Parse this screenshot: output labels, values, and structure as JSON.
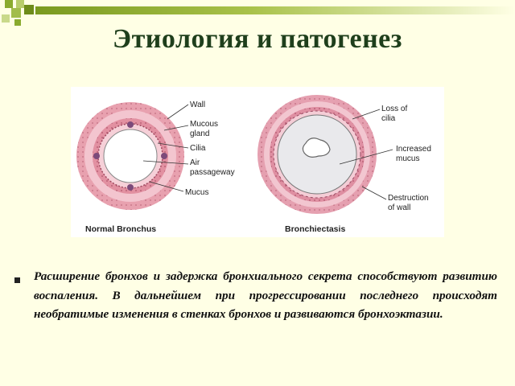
{
  "slide": {
    "title": "Этиология и патогенез",
    "body_text": "Расширение бронхов и задержка бронхиального секрета способствуют развитию воспаления. В дальнейшем при прогрессировании последнего происходят необратимые изменения в стенках бронхов и развиваются бронхоэктазии.",
    "accent_color": "#8aab2e"
  },
  "figure": {
    "normal": {
      "caption": "Normal Bronchus",
      "labels": {
        "wall": "Wall",
        "mucous_gland_1": "Mucous",
        "mucous_gland_2": "gland",
        "cilia": "Cilia",
        "air_1": "Air",
        "air_2": "passageway",
        "mucus": "Mucus"
      }
    },
    "bronchiectasis": {
      "caption": "Bronchiectasis",
      "labels": {
        "loss_1": "Loss of",
        "loss_2": "cilia",
        "increased_1": "Increased",
        "increased_2": "mucus",
        "destruction_1": "Destruction",
        "destruction_2": "of wall"
      }
    }
  }
}
